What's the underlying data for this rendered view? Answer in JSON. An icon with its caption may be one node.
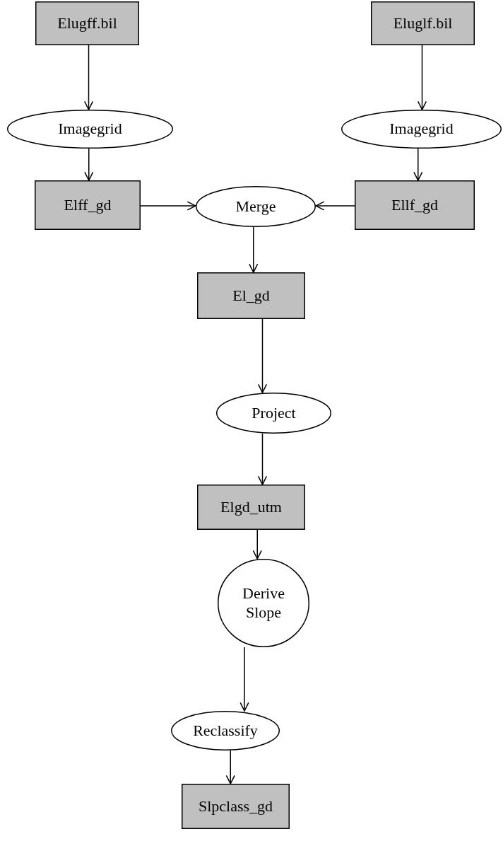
{
  "diagram": {
    "nodes": [
      {
        "text": [
          "Elugff.bil"
        ]
      },
      {
        "text": [
          "Imagegrid"
        ]
      },
      {
        "text": [
          "Elff_gd"
        ]
      },
      {
        "text": [
          "Eluglf.bil"
        ]
      },
      {
        "text": [
          "Imagegrid"
        ]
      },
      {
        "text": [
          "Ellf_gd"
        ]
      },
      {
        "text": [
          "Merge"
        ]
      },
      {
        "text": [
          "El_gd"
        ]
      },
      {
        "text": [
          "Project"
        ]
      },
      {
        "text": [
          "Elgd_utm"
        ]
      },
      {
        "text": [
          "Derive Slope"
        ]
      },
      {
        "text": [
          "Reclassify"
        ]
      },
      {
        "text": [
          "Slpclass_gd"
        ]
      }
    ],
    "edges": [
      {
        "from": 0,
        "to": 1,
        "arrow": "to"
      },
      {
        "from": 1,
        "to": 2,
        "arrow": "to"
      },
      {
        "from": 3,
        "to": 4,
        "arrow": "to"
      },
      {
        "from": 4,
        "to": 5,
        "arrow": "to"
      },
      {
        "from": 2,
        "to": 6,
        "arrow": "to"
      },
      {
        "from": 5,
        "to": 6,
        "arrow": "to"
      },
      {
        "from": 6,
        "to": 7,
        "arrow": "to"
      },
      {
        "from": 7,
        "to": 8,
        "arrow": "to"
      },
      {
        "from": 8,
        "to": 9,
        "arrow": "to"
      },
      {
        "from": 9,
        "to": 10,
        "arrow": "to"
      },
      {
        "from": 10,
        "to": 11,
        "arrow": "to"
      },
      {
        "from": 11,
        "to": 12,
        "arrow": "to"
      }
    ]
  }
}
